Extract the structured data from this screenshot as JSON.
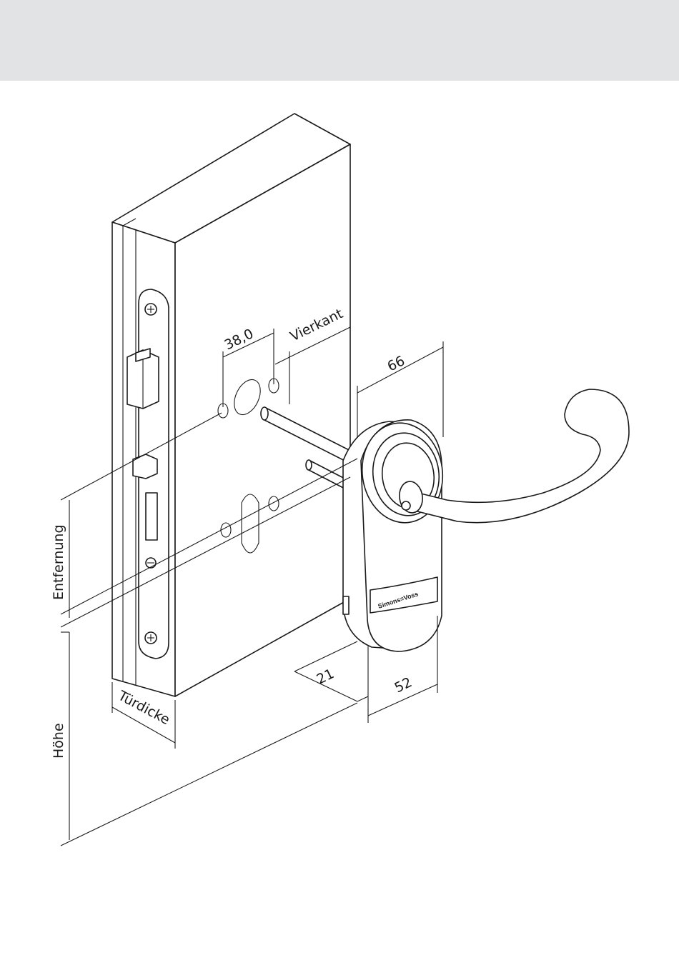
{
  "dimensions": {
    "backset": "38,0",
    "spindle": "Vierkant",
    "rosette_width": "66",
    "offset": "21",
    "rosette_depth": "52",
    "distance": "Entfernung",
    "door_thickness": "Türdicke",
    "height": "Höhe"
  },
  "brand": "Simons≡Voss",
  "colors": {
    "header_band": "#e2e3e5",
    "line": "#1a1a1a",
    "background": "#ffffff"
  }
}
